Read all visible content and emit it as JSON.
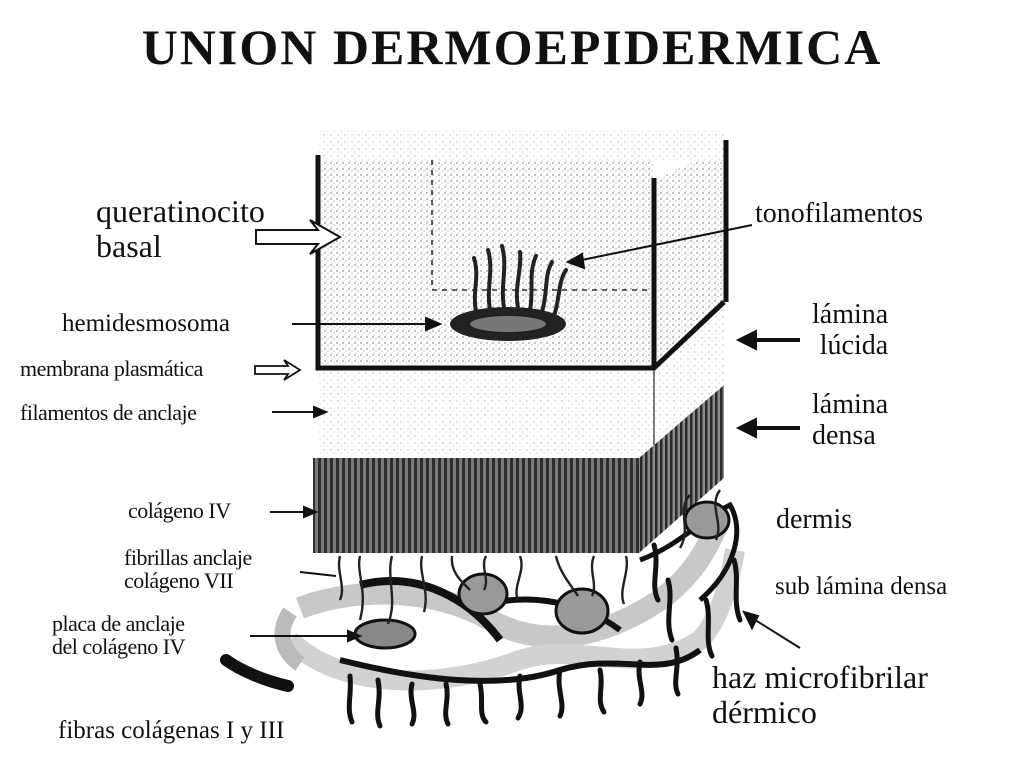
{
  "title": "UNION DERMOEPIDERMICA",
  "labels": {
    "queratinocito": "queratinocito",
    "basal": "basal",
    "tonofilamentos": "tonofilamentos",
    "hemidesmosoma": "hemidesmosoma",
    "lamina_lucida_1": "lámina",
    "lamina_lucida_2": "lúcida",
    "membrana_plasmatica": "membrana plasmática",
    "filamentos_anclaje": "filamentos de anclaje",
    "lamina_densa_1": "lámina",
    "lamina_densa_2": "densa",
    "colageno_iv": "colágeno IV",
    "dermis": "dermis",
    "fibrillas_1": "fibrillas anclaje",
    "fibrillas_2": "colágeno VII",
    "sub_lamina_densa": "sub lámina densa",
    "placa_1": "placa de anclaje",
    "placa_2": "del colágeno IV",
    "haz_1": "haz microfibrilar",
    "haz_2": "dérmico",
    "fibras": "fibras colágenas I y III"
  },
  "colors": {
    "ink": "#111111",
    "stipple": "#cfcfcf",
    "stripes": "#444444"
  }
}
